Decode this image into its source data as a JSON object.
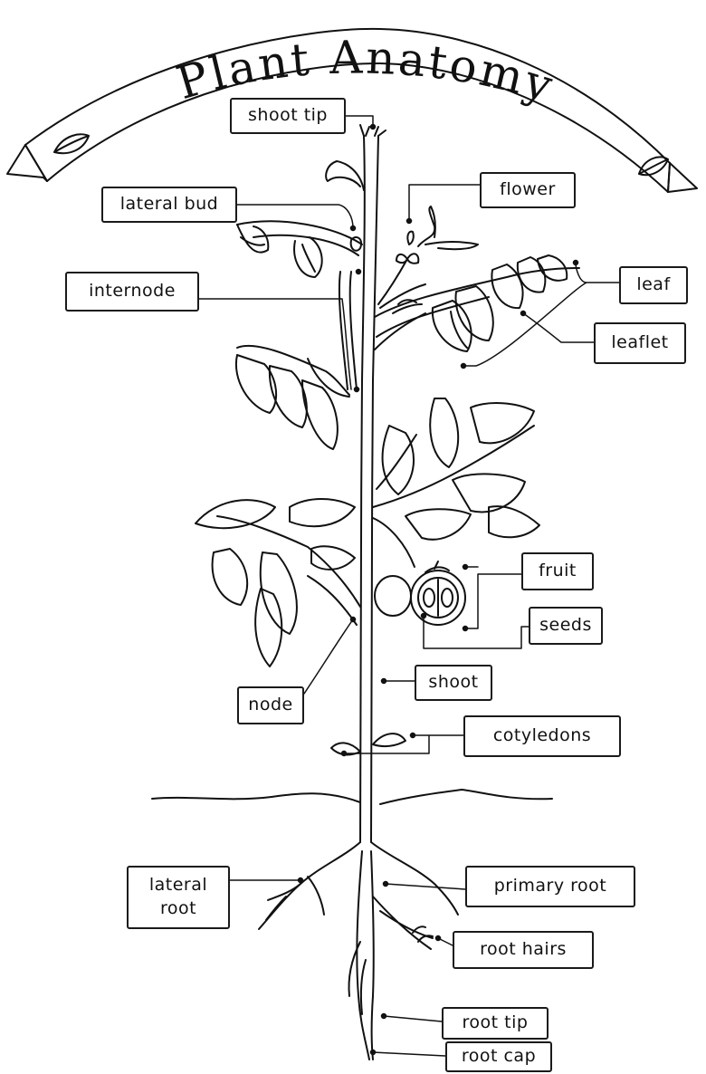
{
  "title": "Plant Anatomy",
  "labels": {
    "shoot_tip": "shoot tip",
    "lateral_bud": "lateral bud",
    "internode": "internode",
    "flower": "flower",
    "leaf": "leaf",
    "leaflet": "leaflet",
    "fruit": "fruit",
    "seeds": "seeds",
    "shoot": "shoot",
    "node": "node",
    "cotyledons": "cotyledons",
    "lateral_root": "lateral\nroot",
    "primary_root": "primary root",
    "root_hairs": "root hairs",
    "root_tip": "root tip",
    "root_cap": "root cap"
  },
  "colors": {
    "ink": "#111111",
    "paper": "#ffffff"
  }
}
